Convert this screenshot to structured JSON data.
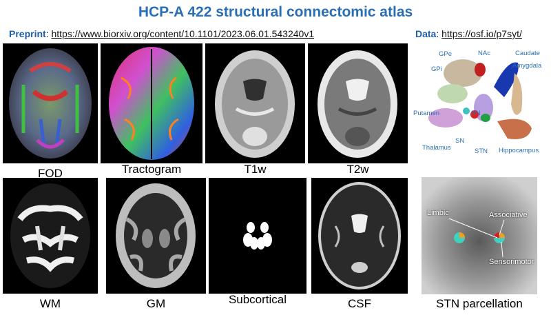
{
  "header": {
    "title": "HCP-A 422 structural connectomic atlas",
    "preprint_label": "Preprint",
    "preprint_url": "https://www.biorxiv.org/content/10.1101/2023.06.01.543240v1",
    "data_label": "Data",
    "data_url": "https://osf.io/p7syt/"
  },
  "panels": {
    "fod": "FOD",
    "tractogram": "Tractogram",
    "t1w": "T1w",
    "t2w": "T2w",
    "wm": "WM",
    "gm": "GM",
    "subcortical": "Subcortical",
    "csf": "CSF",
    "stn": "STN parcellation"
  },
  "anatomy_labels": {
    "gpe": "GPe",
    "nac": "NAc",
    "caudate": "Caudate",
    "gpi": "GPi",
    "amygdala": "Amygdala",
    "putamen": "Putamen",
    "rn": "RN",
    "thalamus": "Thalamus",
    "sn": "SN",
    "stn": "STN",
    "hippocampus": "Hippocampus"
  },
  "stn_labels": {
    "limbic": "Limbic",
    "associative": "Associative",
    "sensorimotor": "Sensorimotor"
  }
}
